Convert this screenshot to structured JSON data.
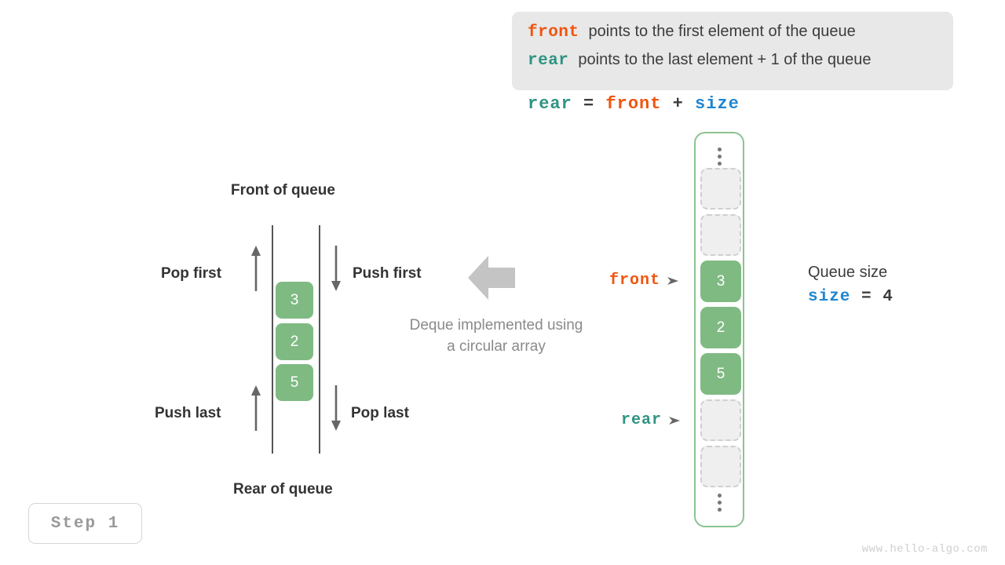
{
  "legend": {
    "lines": [
      {
        "keyword": "front",
        "color": "#f0540f",
        "text": "points to the first element of the queue"
      },
      {
        "keyword": "rear",
        "color": "#2f9382",
        "text": "points to the last element + 1 of the queue"
      }
    ]
  },
  "formula": {
    "lhs": "rear",
    "eq": "=",
    "rhs1": "front",
    "plus": "+",
    "rhs2": "size"
  },
  "deque_diagram": {
    "header_top": "Front of queue",
    "header_bottom": "Rear of queue",
    "labels": {
      "pop_first": "Pop first",
      "push_first": "Push first",
      "push_last": "Push last",
      "pop_last": "Pop last"
    },
    "cells": [
      "3",
      "2",
      "5"
    ]
  },
  "center": {
    "caption_line1": "Deque implemented using",
    "caption_line2": "a circular array",
    "arrow_direction": "left"
  },
  "array": {
    "top_ellipsis": "⋮",
    "bottom_ellipsis": "⋮",
    "slots": [
      {
        "value": "",
        "state": "empty"
      },
      {
        "value": "",
        "state": "empty"
      },
      {
        "value": "3",
        "state": "filled"
      },
      {
        "value": "2",
        "state": "filled"
      },
      {
        "value": "5",
        "state": "filled"
      },
      {
        "value": "",
        "state": "empty"
      },
      {
        "value": "",
        "state": "empty"
      }
    ],
    "pointers": [
      {
        "name": "front",
        "label": "front",
        "color": "#f0540f",
        "target_slot": 2
      },
      {
        "name": "rear",
        "label": "rear",
        "color": "#2f9382",
        "target_slot": 5
      }
    ]
  },
  "queue_size": {
    "title": "Queue size",
    "keyword": "size",
    "equals": "=",
    "value": "4"
  },
  "step_badge": {
    "label": "Step 1"
  },
  "watermark": {
    "text": "www.hello-algo.com"
  },
  "colors": {
    "front": "#f0540f",
    "rear": "#2f9382",
    "size": "#1f86d0",
    "cell_fill": "#7fba82",
    "frame_border": "#8cc390",
    "legend_bg": "#e8e8e8",
    "muted_text": "#8a8a8a"
  }
}
